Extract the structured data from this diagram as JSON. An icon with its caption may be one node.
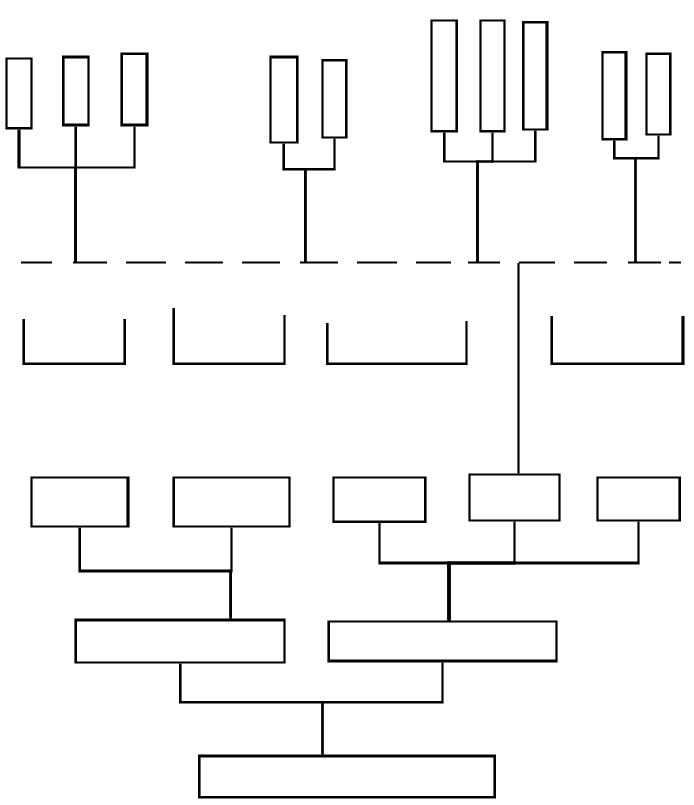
{
  "diagram": {
    "nodes": [
      {
        "text": [],
        "shape": "box"
      },
      {
        "text": [],
        "shape": "box"
      },
      {
        "text": [],
        "shape": "box"
      },
      {
        "text": [],
        "shape": "box"
      },
      {
        "text": [],
        "shape": "box"
      },
      {
        "text": [],
        "shape": "box"
      },
      {
        "text": [],
        "shape": "box"
      },
      {
        "text": [],
        "shape": "box"
      },
      {
        "text": [],
        "shape": "box"
      },
      {
        "text": [],
        "shape": "box"
      },
      {
        "text": [],
        "shape": "line"
      },
      {
        "text": [],
        "shape": "box"
      },
      {
        "text": [],
        "shape": "box"
      },
      {
        "text": [],
        "shape": "box"
      },
      {
        "text": [],
        "shape": "box"
      },
      {
        "text": [],
        "shape": "box"
      },
      {
        "text": [],
        "shape": "box"
      },
      {
        "text": [],
        "shape": "box"
      },
      {
        "text": [],
        "shape": "box"
      }
    ],
    "edges": [
      {
        "from": 0,
        "to": 10,
        "arrow": "none"
      },
      {
        "from": 1,
        "to": 10,
        "arrow": "none"
      },
      {
        "from": 2,
        "to": 10,
        "arrow": "none"
      },
      {
        "from": 3,
        "to": 10,
        "arrow": "none"
      },
      {
        "from": 4,
        "to": 10,
        "arrow": "none"
      },
      {
        "from": 5,
        "to": 10,
        "arrow": "none"
      },
      {
        "from": 6,
        "to": 10,
        "arrow": "none"
      },
      {
        "from": 7,
        "to": 10,
        "arrow": "none"
      },
      {
        "from": 8,
        "to": 10,
        "arrow": "none"
      },
      {
        "from": 9,
        "to": 10,
        "arrow": "none"
      },
      {
        "from": 10,
        "to": 14,
        "arrow": "none"
      },
      {
        "from": 11,
        "to": 16,
        "arrow": "none"
      },
      {
        "from": 12,
        "to": 16,
        "arrow": "none"
      },
      {
        "from": 13,
        "to": 17,
        "arrow": "none"
      },
      {
        "from": 14,
        "to": 17,
        "arrow": "none"
      },
      {
        "from": 15,
        "to": 17,
        "arrow": "none"
      },
      {
        "from": 16,
        "to": 18,
        "arrow": "none"
      },
      {
        "from": 17,
        "to": 18,
        "arrow": "none"
      }
    ]
  }
}
